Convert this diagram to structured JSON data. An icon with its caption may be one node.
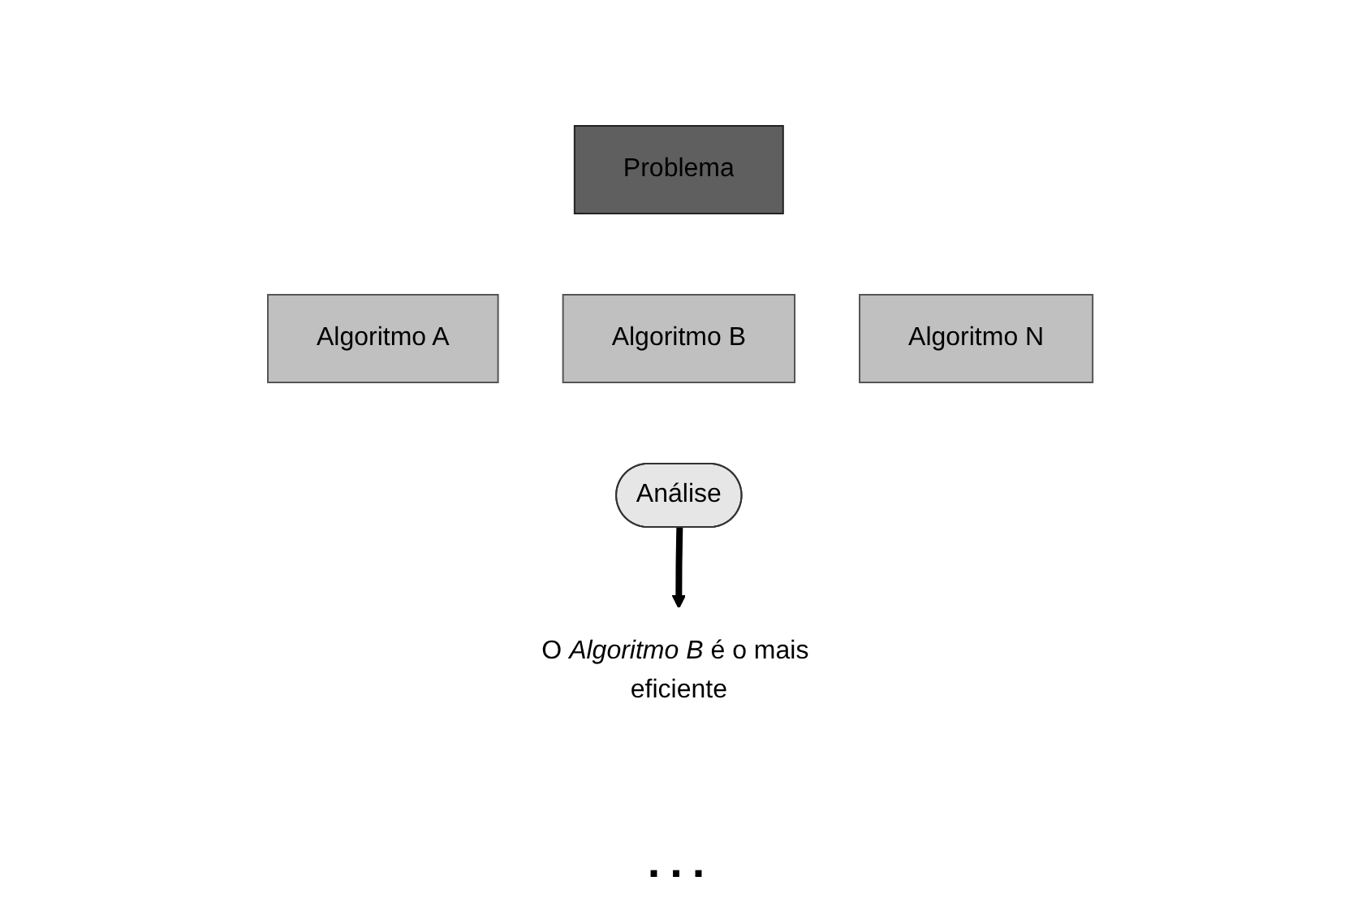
{
  "diagram": {
    "nodes": [
      {
        "text": [
          "Problema"
        ]
      },
      {
        "text": [
          "Algoritmo A"
        ]
      },
      {
        "text": [
          "Algoritmo B"
        ]
      },
      {
        "text": [
          "Algoritmo N"
        ]
      },
      {
        "text": [
          "Análise"
        ]
      },
      {
        "text": [
          "O *Algoritmo B* é o mais eficiente"
        ]
      }
    ],
    "edges": [
      {
        "from": 4,
        "to": 5,
        "arrow": "to"
      }
    ],
    "labels": [
      "..."
    ]
  }
}
